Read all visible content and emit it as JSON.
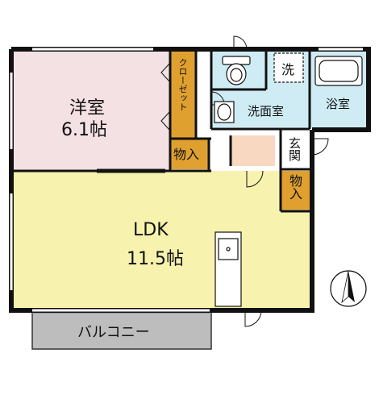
{
  "rooms": {
    "western_room": {
      "name": "洋室",
      "size": "6.1帖"
    },
    "ldk": {
      "name": "LDK",
      "size": "11.5帖"
    },
    "closet": "クローゼット",
    "storage_1": "物入",
    "storage_2": "物入",
    "washroom": "洗面室",
    "bathroom": "浴室",
    "entrance": "玄関",
    "balcony": "バルコニー",
    "washer": "洗"
  },
  "colors": {
    "western_room": "#f4e1e4",
    "ldk": "#f7f3ae",
    "wet_area": "#cfecf5",
    "closet": "#e0a030",
    "storage": "#e0a030",
    "entrance_floor": "#f8d8c0",
    "balcony": "#bdbdbd",
    "wall": "#111111"
  },
  "compass": "north-arrow-icon"
}
